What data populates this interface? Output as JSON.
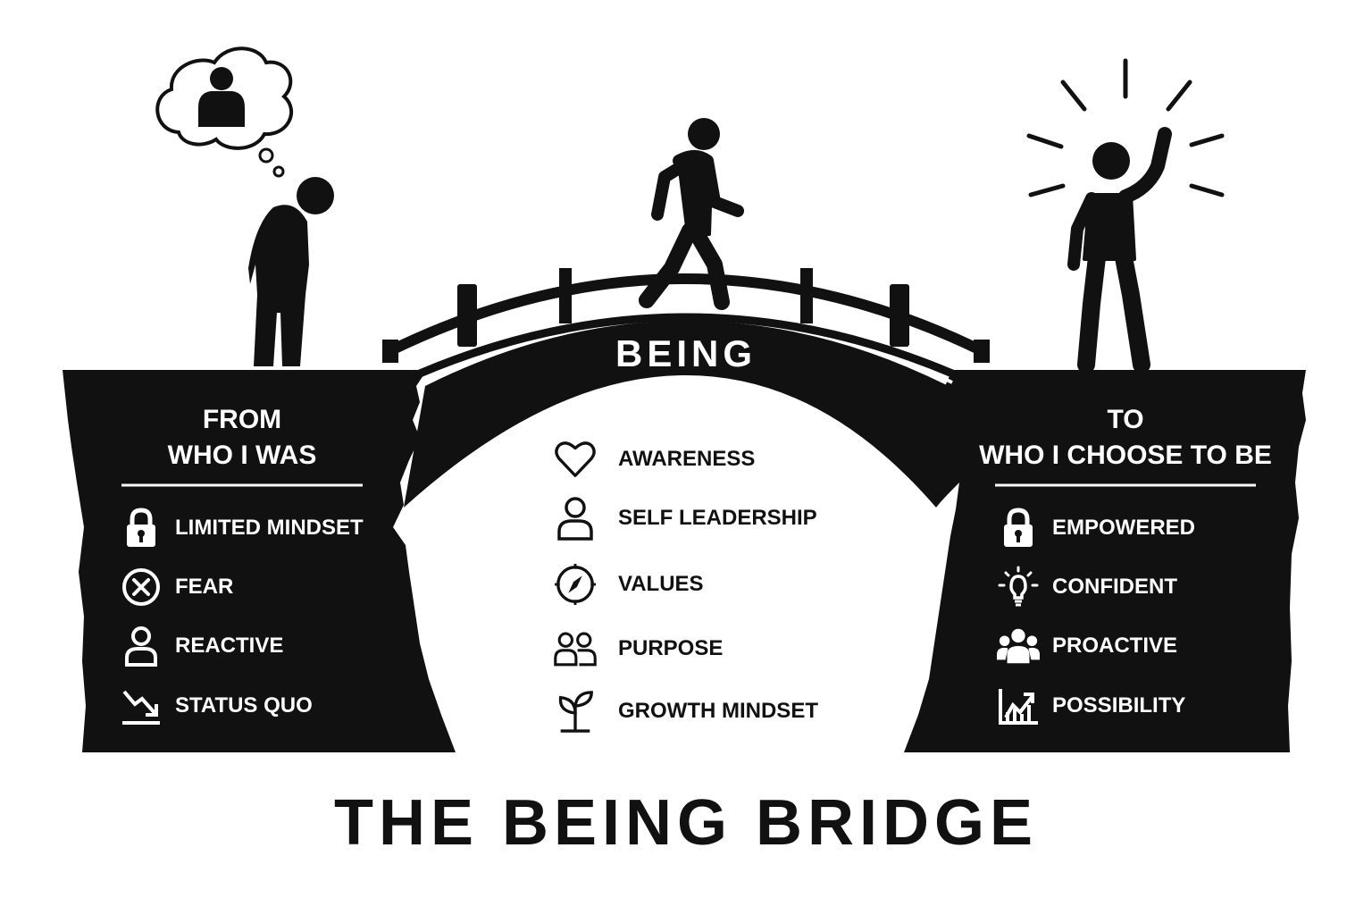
{
  "title": "THE BEING BRIDGE",
  "bridge_label": "BEING",
  "left_cliff": {
    "heading_line1": "FROM",
    "heading_line2": "WHO I WAS",
    "items": [
      {
        "label": "LIMITED MINDSET",
        "icon": "lock-icon"
      },
      {
        "label": "FEAR",
        "icon": "x-circle-icon"
      },
      {
        "label": "REACTIVE",
        "icon": "person-icon"
      },
      {
        "label": "STATUS QUO",
        "icon": "trend-down-icon"
      }
    ]
  },
  "right_cliff": {
    "heading_line1": "TO",
    "heading_line2": "WHO I CHOOSE TO BE",
    "items": [
      {
        "label": "EMPOWERED",
        "icon": "lock-icon"
      },
      {
        "label": "CONFIDENT",
        "icon": "lightbulb-icon"
      },
      {
        "label": "PROACTIVE",
        "icon": "group-icon"
      },
      {
        "label": "POSSIBILITY",
        "icon": "trend-up-icon"
      }
    ]
  },
  "middle": {
    "items": [
      {
        "label": "AWARENESS",
        "icon": "heart-icon"
      },
      {
        "label": "SELF LEADERSHIP",
        "icon": "person-outline-icon"
      },
      {
        "label": "VALUES",
        "icon": "compass-icon"
      },
      {
        "label": "PURPOSE",
        "icon": "two-people-icon"
      },
      {
        "label": "GROWTH MINDSET",
        "icon": "sprout-icon"
      }
    ]
  },
  "figures": [
    "sad-person-icon",
    "thought-bubble-icon",
    "walking-person-icon",
    "celebrating-person-icon"
  ],
  "colors": {
    "ink": "#111111",
    "background": "#ffffff",
    "on_dark_text": "#ffffff"
  }
}
